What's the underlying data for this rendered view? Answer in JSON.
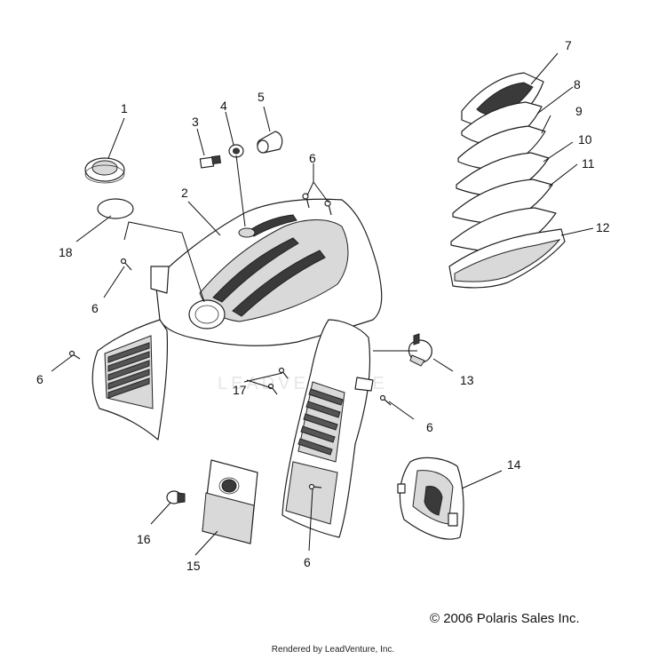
{
  "watermark": "LEADVENTURE",
  "copyright": "© 2006 Polaris Sales Inc.",
  "rendered_by": "Rendered by LeadVenture, Inc.",
  "callouts": {
    "c1": "1",
    "c2": "2",
    "c3": "3",
    "c4": "4",
    "c5": "5",
    "c6a": "6",
    "c6b": "6",
    "c6c": "6",
    "c6d": "6",
    "c6e": "6",
    "c7": "7",
    "c8": "8",
    "c9": "9",
    "c10": "10",
    "c11": "11",
    "c12": "12",
    "c13": "13",
    "c14": "14",
    "c15": "15",
    "c16": "16",
    "c17": "17",
    "c18": "18"
  }
}
